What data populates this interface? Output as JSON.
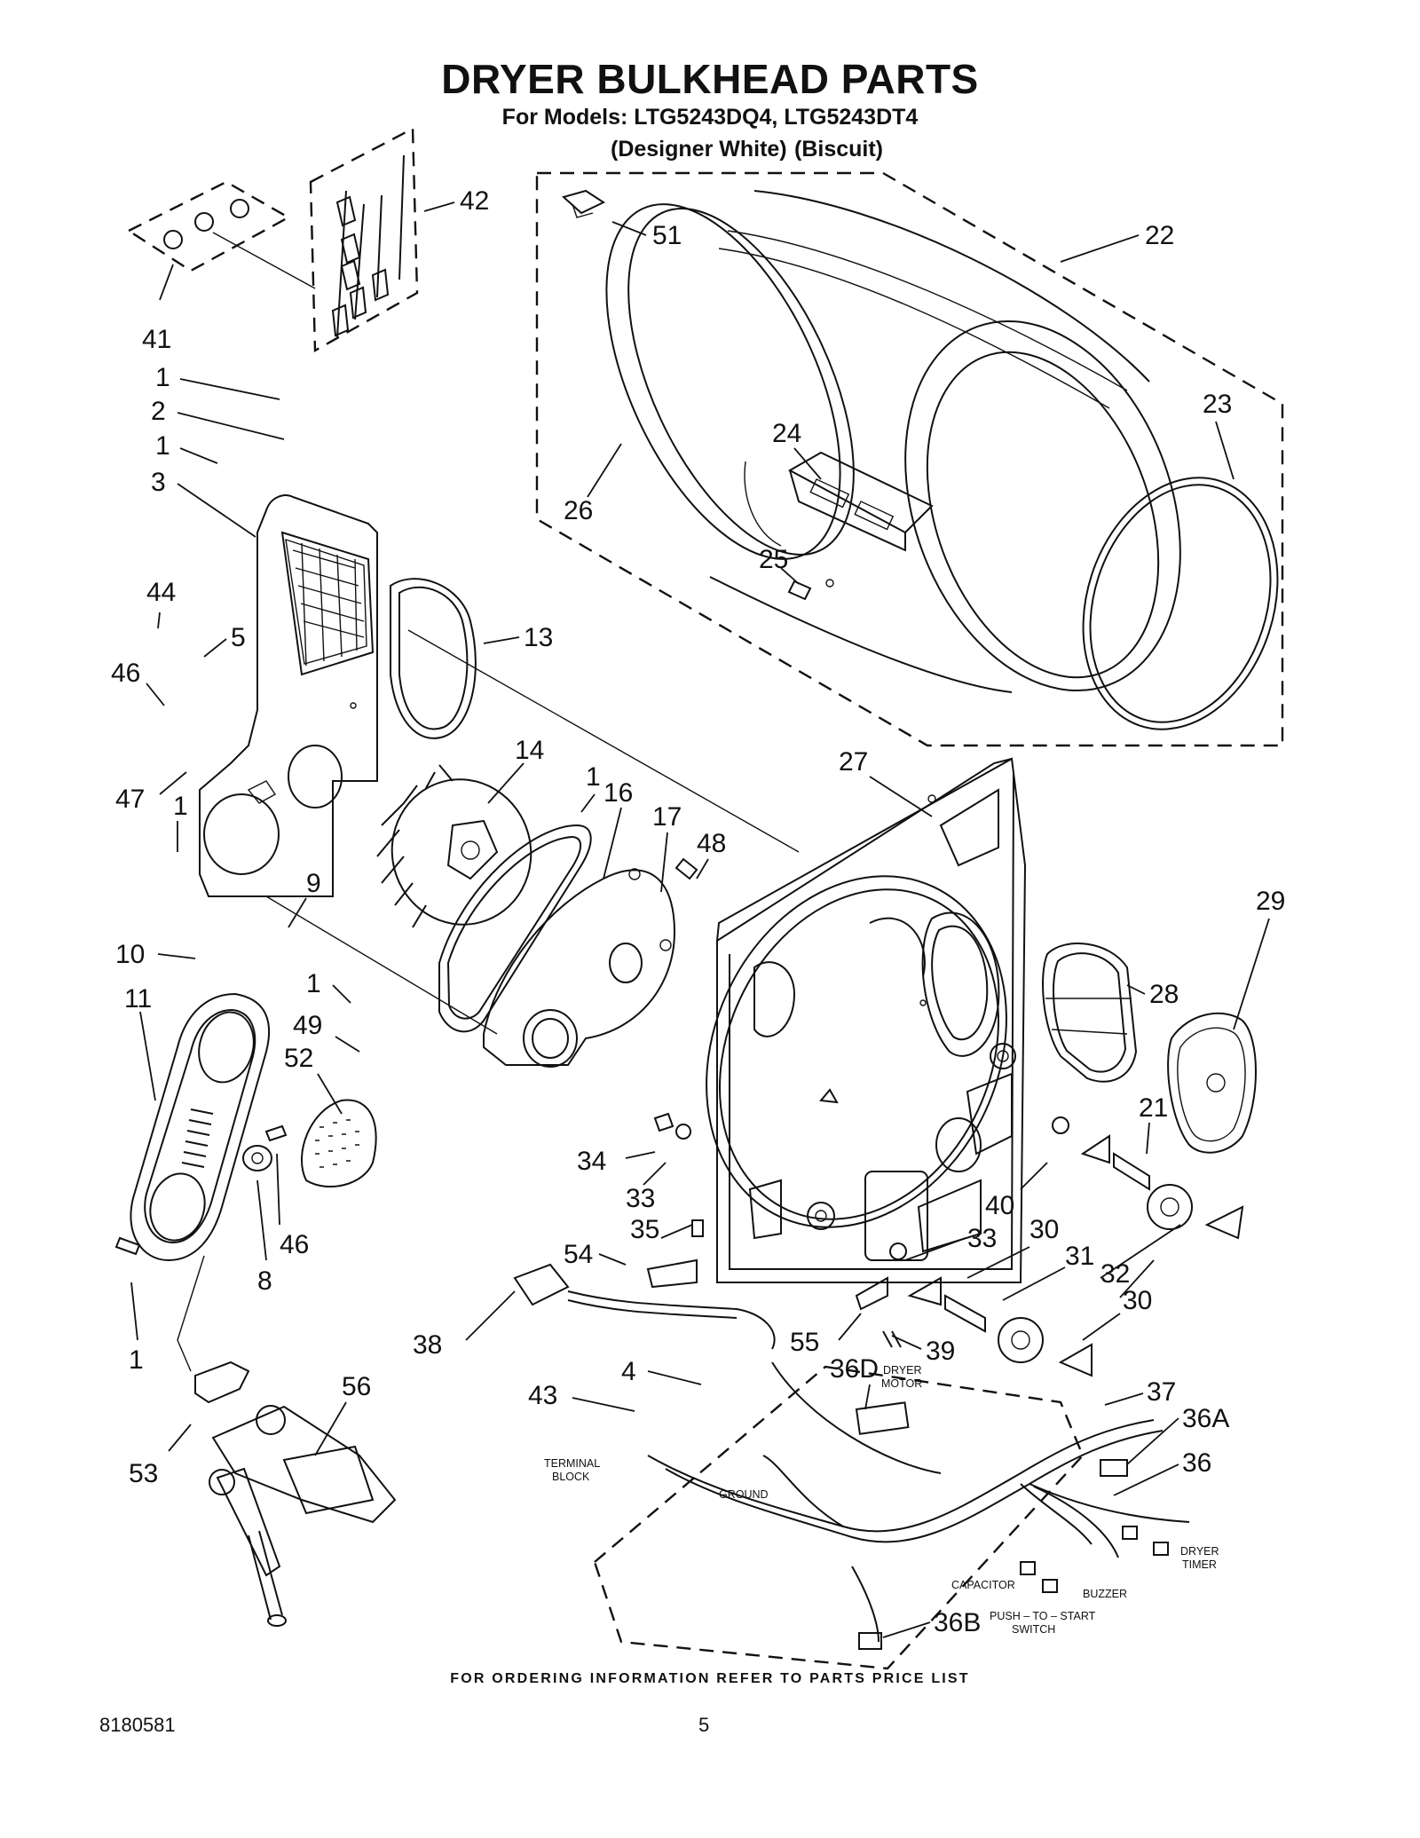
{
  "header": {
    "title": "DRYER BULKHEAD PARTS",
    "models_line": "For Models: LTG5243DQ4, LTG5243DT4",
    "variant_1": "(Designer White)",
    "variant_2": "(Biscuit)"
  },
  "callouts": [
    {
      "id": "c42",
      "label": "42"
    },
    {
      "id": "c41",
      "label": "41"
    },
    {
      "id": "c1a",
      "label": "1"
    },
    {
      "id": "c2",
      "label": "2"
    },
    {
      "id": "c1b",
      "label": "1"
    },
    {
      "id": "c3",
      "label": "3"
    },
    {
      "id": "c44",
      "label": "44"
    },
    {
      "id": "c5",
      "label": "5"
    },
    {
      "id": "c46a",
      "label": "46"
    },
    {
      "id": "c47",
      "label": "47"
    },
    {
      "id": "c1c",
      "label": "1"
    },
    {
      "id": "c13",
      "label": "13"
    },
    {
      "id": "c14",
      "label": "14"
    },
    {
      "id": "c1d",
      "label": "1"
    },
    {
      "id": "c16",
      "label": "16"
    },
    {
      "id": "c17",
      "label": "17"
    },
    {
      "id": "c48",
      "label": "48"
    },
    {
      "id": "c9",
      "label": "9"
    },
    {
      "id": "c10",
      "label": "10"
    },
    {
      "id": "c11",
      "label": "11"
    },
    {
      "id": "c1e",
      "label": "1"
    },
    {
      "id": "c49",
      "label": "49"
    },
    {
      "id": "c52",
      "label": "52"
    },
    {
      "id": "c46b",
      "label": "46"
    },
    {
      "id": "c8",
      "label": "8"
    },
    {
      "id": "c1f",
      "label": "1"
    },
    {
      "id": "c53",
      "label": "53"
    },
    {
      "id": "c56",
      "label": "56"
    },
    {
      "id": "c51",
      "label": "51"
    },
    {
      "id": "c22",
      "label": "22"
    },
    {
      "id": "c23",
      "label": "23"
    },
    {
      "id": "c24",
      "label": "24"
    },
    {
      "id": "c26",
      "label": "26"
    },
    {
      "id": "c25",
      "label": "25"
    },
    {
      "id": "c27",
      "label": "27"
    },
    {
      "id": "c29",
      "label": "29"
    },
    {
      "id": "c28",
      "label": "28"
    },
    {
      "id": "c21",
      "label": "21"
    },
    {
      "id": "c40",
      "label": "40"
    },
    {
      "id": "c34",
      "label": "34"
    },
    {
      "id": "c33a",
      "label": "33"
    },
    {
      "id": "c35",
      "label": "35"
    },
    {
      "id": "c54",
      "label": "54"
    },
    {
      "id": "c33b",
      "label": "33"
    },
    {
      "id": "c30a",
      "label": "30"
    },
    {
      "id": "c31",
      "label": "31"
    },
    {
      "id": "c32",
      "label": "32"
    },
    {
      "id": "c30b",
      "label": "30"
    },
    {
      "id": "c38",
      "label": "38"
    },
    {
      "id": "c55",
      "label": "55"
    },
    {
      "id": "c39",
      "label": "39"
    },
    {
      "id": "c4",
      "label": "4"
    },
    {
      "id": "c36d",
      "label": "36D"
    },
    {
      "id": "c37",
      "label": "37"
    },
    {
      "id": "c43",
      "label": "43"
    },
    {
      "id": "c36a",
      "label": "36A"
    },
    {
      "id": "c36",
      "label": "36"
    },
    {
      "id": "c36b",
      "label": "36B"
    }
  ],
  "component_labels": {
    "dryer_motor_1": "DRYER",
    "dryer_motor_2": "MOTOR",
    "terminal_block_1": "TERMINAL",
    "terminal_block_2": "BLOCK",
    "ground": "GROUND",
    "capacitor": "CAPACITOR",
    "buzzer": "BUZZER",
    "dryer_timer_1": "DRYER",
    "dryer_timer_2": "TIMER",
    "push_to_start_1": "PUSH – TO – START",
    "push_to_start_2": "SWITCH"
  },
  "footer": {
    "ordering_note": "FOR ORDERING INFORMATION REFER TO PARTS PRICE LIST",
    "doc_number": "8180581",
    "page_number": "5"
  }
}
